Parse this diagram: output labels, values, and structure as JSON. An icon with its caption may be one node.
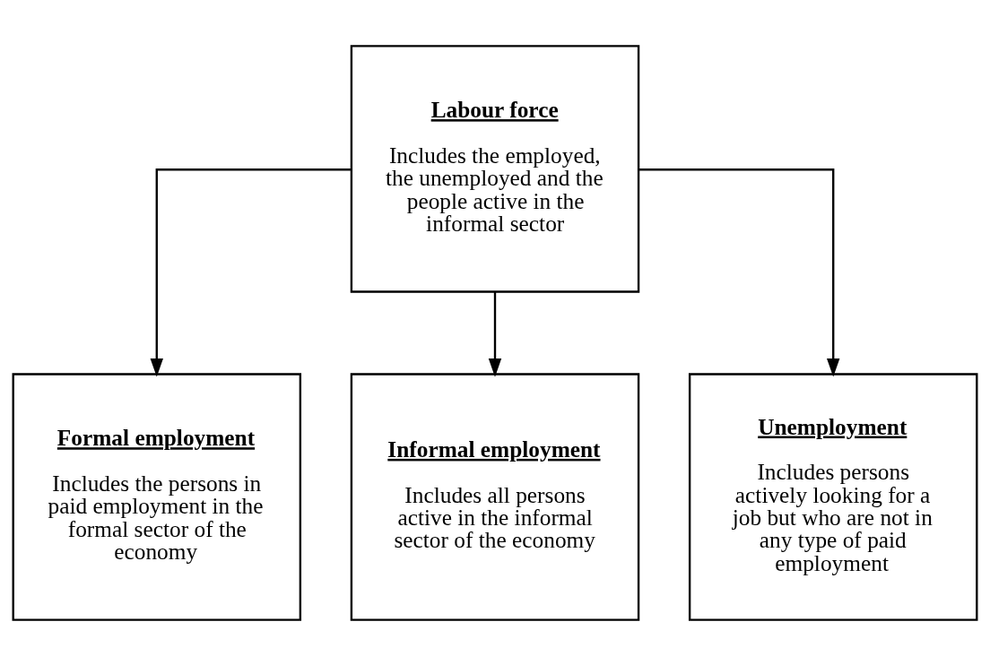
{
  "diagram": {
    "nodes": [
      {
        "text": [
          "Labour force",
          "Includes the employed, the unemployed and the people active in the informal sector"
        ]
      },
      {
        "text": [
          "Formal employment",
          "Includes the persons in paid employment in the formal sector of the economy"
        ]
      },
      {
        "text": [
          "Informal employment",
          "Includes all persons active in the informal sector of the economy"
        ]
      },
      {
        "text": [
          "Unemployment",
          "Includes persons actively looking for a job but who are not in any type of paid employment"
        ]
      }
    ],
    "edges": [
      {
        "from": 0,
        "to": 1,
        "arrow": "to"
      },
      {
        "from": 0,
        "to": 2,
        "arrow": "to"
      },
      {
        "from": 0,
        "to": 3,
        "arrow": "to"
      }
    ]
  }
}
